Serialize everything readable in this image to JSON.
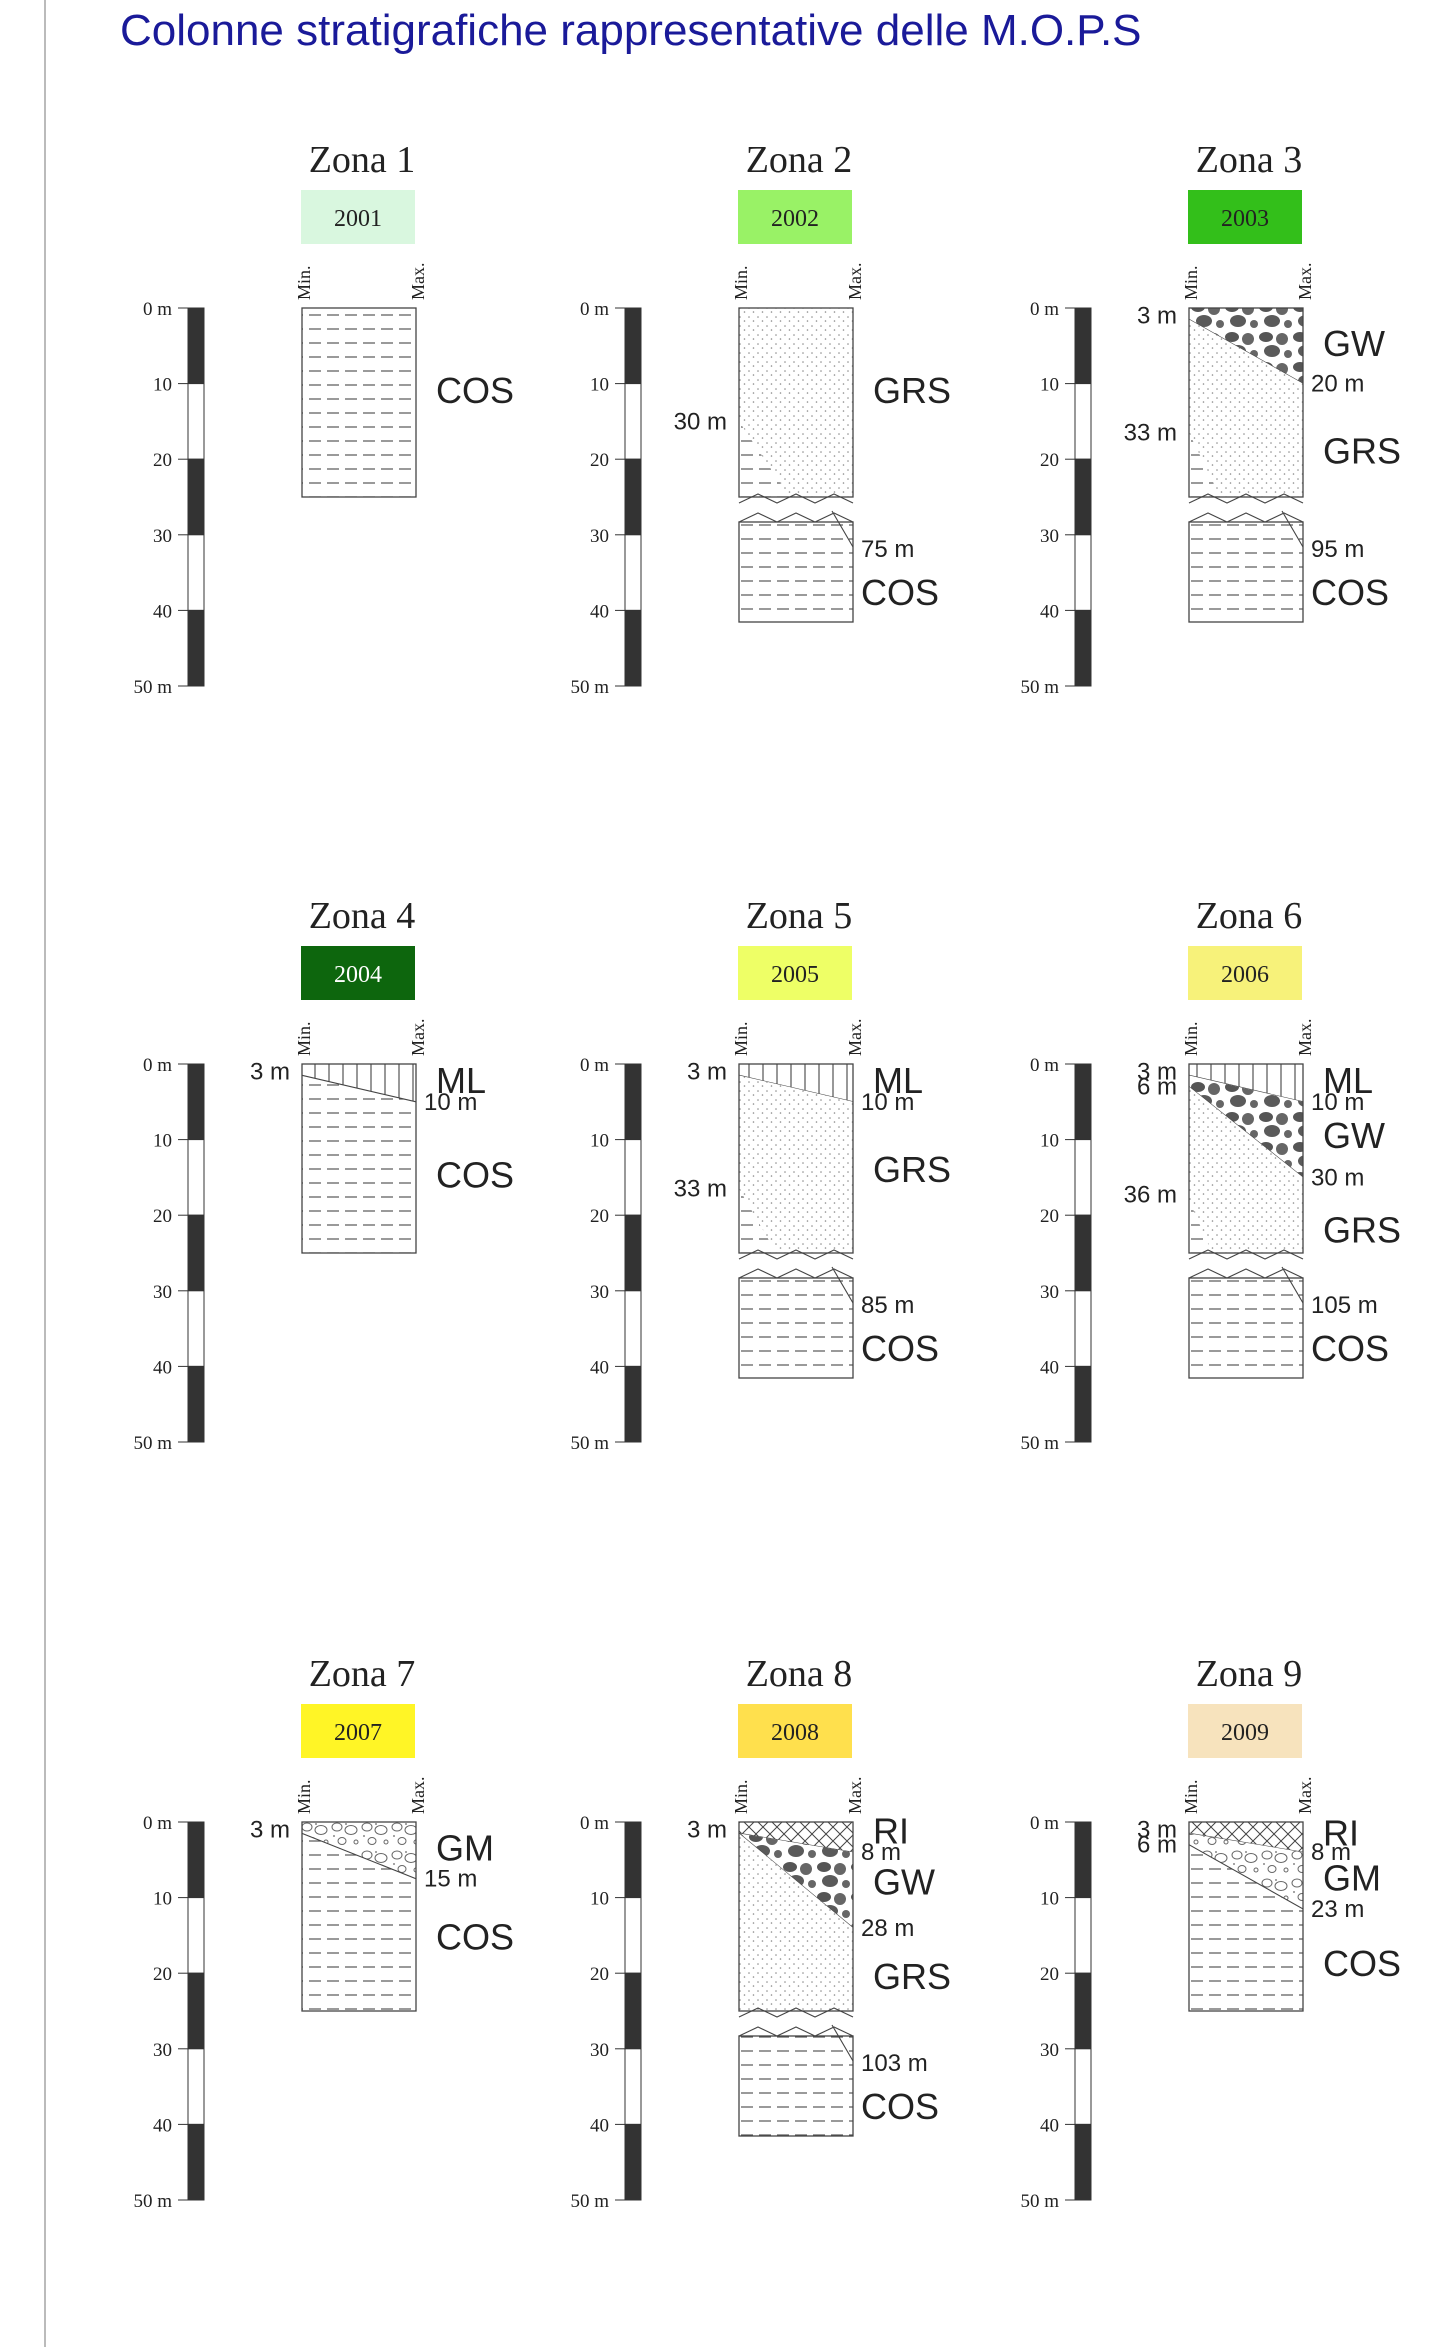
{
  "page": {
    "title": "Colonne stratigrafiche rappresentative delle M.O.P.S",
    "title_color": "#1a1a99"
  },
  "scale_labels": [
    "0 m",
    "10",
    "20",
    "30",
    "40",
    "50 m"
  ],
  "minmax": {
    "min": "Min.",
    "max": "Max."
  },
  "patterns": {
    "COS": "horizontal-dashes",
    "GRS": "fine-dots",
    "GW": "dark-gravel",
    "GM": "open-gravel",
    "ML": "vertical-lines",
    "RI": "crosshatch"
  },
  "zones": [
    {
      "name": "Zona 1",
      "code": "2001",
      "color": "#d9f7df",
      "min_interfaces": [],
      "max_interfaces": [],
      "layers": [
        "COS"
      ],
      "broken": false,
      "lower_labels": [],
      "labels": [
        {
          "text": "COS",
          "kind": "unit",
          "depth": 22
        }
      ]
    },
    {
      "name": "Zona 2",
      "code": "2002",
      "color": "#99f266",
      "min_interfaces": [
        30
      ],
      "max_interfaces": [
        75
      ],
      "layers": [
        "GRS",
        "COS"
      ],
      "broken": true,
      "lower_labels": [
        {
          "text": "75 m",
          "kind": "depth-right",
          "row": 0
        },
        {
          "text": "COS",
          "kind": "unit",
          "row": 1
        }
      ],
      "labels": [
        {
          "text": "GRS",
          "kind": "unit",
          "depth": 22
        },
        {
          "text": "30 m",
          "kind": "depth-left",
          "depth": 30
        }
      ]
    },
    {
      "name": "Zona 3",
      "code": "2003",
      "color": "#33bf1a",
      "min_interfaces": [
        3,
        33
      ],
      "max_interfaces": [
        20,
        95
      ],
      "layers": [
        "GW",
        "GRS",
        "COS"
      ],
      "broken": true,
      "lower_labels": [
        {
          "text": "95 m",
          "kind": "depth-right",
          "row": 0
        },
        {
          "text": "COS",
          "kind": "unit",
          "row": 1
        }
      ],
      "labels": [
        {
          "text": "3 m",
          "kind": "depth-left",
          "depth": 2
        },
        {
          "text": "GW",
          "kind": "unit",
          "depth": 9.5
        },
        {
          "text": "20 m",
          "kind": "depth-right",
          "depth": 20
        },
        {
          "text": "33 m",
          "kind": "depth-left",
          "depth": 33
        },
        {
          "text": "GRS",
          "kind": "unit",
          "depth": 38
        }
      ]
    },
    {
      "name": "Zona 4",
      "code": "2004",
      "color": "#0d660d",
      "min_interfaces": [
        3
      ],
      "max_interfaces": [
        10
      ],
      "layers": [
        "ML",
        "COS"
      ],
      "broken": false,
      "lower_labels": [],
      "labels": [
        {
          "text": "3 m",
          "kind": "depth-left",
          "depth": 2
        },
        {
          "text": "ML",
          "kind": "unit",
          "depth": 4.5
        },
        {
          "text": "10 m",
          "kind": "depth-right",
          "depth": 10
        },
        {
          "text": "COS",
          "kind": "unit",
          "depth": 29.5
        }
      ]
    },
    {
      "name": "Zona 5",
      "code": "2005",
      "color": "#eeff66",
      "min_interfaces": [
        3,
        33
      ],
      "max_interfaces": [
        10,
        85
      ],
      "layers": [
        "ML",
        "GRS",
        "COS"
      ],
      "broken": true,
      "lower_labels": [
        {
          "text": "85 m",
          "kind": "depth-right",
          "row": 0
        },
        {
          "text": "COS",
          "kind": "unit",
          "row": 1
        }
      ],
      "labels": [
        {
          "text": "3 m",
          "kind": "depth-left",
          "depth": 2
        },
        {
          "text": "ML",
          "kind": "unit",
          "depth": 4.5
        },
        {
          "text": "10 m",
          "kind": "depth-right",
          "depth": 10
        },
        {
          "text": "GRS",
          "kind": "unit",
          "depth": 28
        },
        {
          "text": "33 m",
          "kind": "depth-left",
          "depth": 33
        }
      ]
    },
    {
      "name": "Zona 6",
      "code": "2006",
      "color": "#f7f27a",
      "min_interfaces": [
        3,
        6,
        36
      ],
      "max_interfaces": [
        10,
        30,
        105
      ],
      "layers": [
        "ML",
        "GW",
        "GRS",
        "COS"
      ],
      "broken": true,
      "lower_labels": [
        {
          "text": "105 m",
          "kind": "depth-right",
          "row": 0
        },
        {
          "text": "COS",
          "kind": "unit",
          "row": 1
        }
      ],
      "labels": [
        {
          "text": "3 m",
          "kind": "depth-left",
          "depth": 2
        },
        {
          "text": "6 m",
          "kind": "depth-left",
          "depth": 6
        },
        {
          "text": "ML",
          "kind": "unit",
          "depth": 4.5
        },
        {
          "text": "10 m",
          "kind": "depth-right",
          "depth": 10
        },
        {
          "text": "GW",
          "kind": "unit",
          "depth": 19
        },
        {
          "text": "30 m",
          "kind": "depth-right",
          "depth": 30
        },
        {
          "text": "36 m",
          "kind": "depth-left",
          "depth": 34.5
        },
        {
          "text": "GRS",
          "kind": "unit",
          "depth": 44
        }
      ]
    },
    {
      "name": "Zona 7",
      "code": "2007",
      "color": "#fff526",
      "min_interfaces": [
        3
      ],
      "max_interfaces": [
        15
      ],
      "layers": [
        "GM",
        "COS"
      ],
      "broken": false,
      "lower_labels": [],
      "labels": [
        {
          "text": "3 m",
          "kind": "depth-left",
          "depth": 2
        },
        {
          "text": "GM",
          "kind": "unit",
          "depth": 7
        },
        {
          "text": "15 m",
          "kind": "depth-right",
          "depth": 15
        },
        {
          "text": "COS",
          "kind": "unit",
          "depth": 30.5
        }
      ]
    },
    {
      "name": "Zona 8",
      "code": "2008",
      "color": "#ffe04d",
      "min_interfaces": [
        3,
        3
      ],
      "max_interfaces": [
        8,
        28,
        103
      ],
      "layers": [
        "RI",
        "GW",
        "GRS",
        "COS"
      ],
      "broken": true,
      "lower_labels": [
        {
          "text": "103 m",
          "kind": "depth-right",
          "row": 0
        },
        {
          "text": "COS",
          "kind": "unit",
          "row": 1
        }
      ],
      "labels": [
        {
          "text": "3 m",
          "kind": "depth-left",
          "depth": 2
        },
        {
          "text": "RI",
          "kind": "unit",
          "depth": 2.5
        },
        {
          "text": "8 m",
          "kind": "depth-right",
          "depth": 8
        },
        {
          "text": "GW",
          "kind": "unit",
          "depth": 16
        },
        {
          "text": "28 m",
          "kind": "depth-right",
          "depth": 28
        },
        {
          "text": "GRS",
          "kind": "unit",
          "depth": 41
        }
      ]
    },
    {
      "name": "Zona 9",
      "code": "2009",
      "color": "#f7e3bd",
      "min_interfaces": [
        3,
        6
      ],
      "max_interfaces": [
        8,
        23
      ],
      "layers": [
        "RI",
        "GM",
        "COS"
      ],
      "broken": false,
      "lower_labels": [],
      "labels": [
        {
          "text": "3 m",
          "kind": "depth-left",
          "depth": 2
        },
        {
          "text": "6 m",
          "kind": "depth-left",
          "depth": 6
        },
        {
          "text": "RI",
          "kind": "unit",
          "depth": 3
        },
        {
          "text": "8 m",
          "kind": "depth-right",
          "depth": 8
        },
        {
          "text": "GM",
          "kind": "unit",
          "depth": 15
        },
        {
          "text": "23 m",
          "kind": "depth-right",
          "depth": 23
        },
        {
          "text": "COS",
          "kind": "unit",
          "depth": 37.5
        }
      ]
    }
  ]
}
